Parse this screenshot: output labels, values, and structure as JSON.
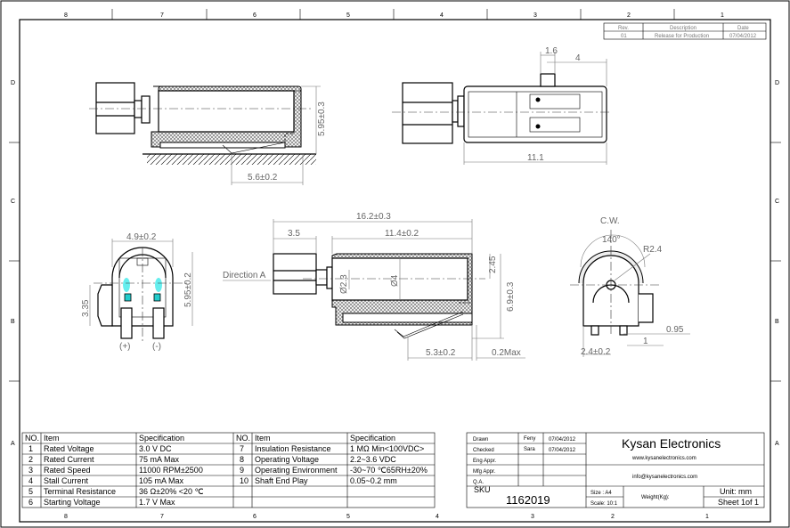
{
  "zones": {
    "cols": [
      "8",
      "7",
      "6",
      "5",
      "4",
      "3",
      "2",
      "1"
    ],
    "rows": [
      "D",
      "C",
      "B",
      "A"
    ]
  },
  "revision": {
    "headers": [
      "Rev.",
      "Description",
      "Date"
    ],
    "rows": [
      [
        "01",
        "Release for Production",
        "07/04/2012"
      ]
    ]
  },
  "views": {
    "side": {
      "height": "5.95±0.3",
      "terminal": "5.6±0.2"
    },
    "top": {
      "tab": "1.6",
      "tab_offset": "4",
      "length": "11.1"
    },
    "front": {
      "width": "4.9±0.2",
      "height": "5.95±0.2",
      "center": "3.35",
      "plus": "(+)",
      "minus": "(-)"
    },
    "section": {
      "total": "16.2±0.3",
      "weight": "3.5",
      "body": "11.4±0.2",
      "direction": "Direction A",
      "shaft": "Ø2.3",
      "diameter": "Ø4",
      "center": "2.45",
      "height": "6.9±0.3",
      "terminal": "5.3±0.2",
      "play": "0.2Max"
    },
    "end": {
      "rotation": "C.W.",
      "angle": "140°",
      "radius": "R2.4",
      "d1": "0.95",
      "d2": "1",
      "d3": "2.4±0.2"
    }
  },
  "spec_table": {
    "headers": [
      "NO.",
      "Item",
      "Specification",
      "NO.",
      "Item",
      "Specification"
    ],
    "rows": [
      [
        "1",
        "Rated Voltage",
        "3.0 V   DC",
        "7",
        "Insulation Resistance",
        "1 MΩ  Min<100VDC>"
      ],
      [
        "2",
        "Rated Current",
        "75 mA   Max",
        "8",
        "Operating Voltage",
        "2.2~3.6 VDC"
      ],
      [
        "3",
        "Rated Speed",
        "11000 RPM±2500",
        "9",
        "Operating Environment",
        "-30~70 ℃65RH±20%"
      ],
      [
        "4",
        "Stall Current",
        "105 mA   Max",
        "10",
        "Shaft End Play",
        "0.05~0.2 mm"
      ],
      [
        "5",
        "Terminal Resistance",
        "36 Ω±20% <20 ℃",
        "",
        "",
        " "
      ],
      [
        "6",
        "Starting Voltage",
        "1.7 V   Max",
        "",
        "",
        ""
      ]
    ]
  },
  "title_block": {
    "roles": [
      [
        "Drawn",
        "Feny",
        "07/04/2012"
      ],
      [
        "Checked",
        "Sara",
        "07/04/2012"
      ],
      [
        "Eng Appr.",
        "",
        ""
      ],
      [
        "Mfg Appr.",
        "",
        ""
      ],
      [
        "Q.A.",
        "",
        ""
      ]
    ],
    "company": "Kysan Electronics",
    "website": "www.kysanelectronics.com",
    "email": "info@kysanelectronics.com",
    "sku_label": "SKU",
    "sku": "1162019",
    "size": "Size : A4",
    "scale": "Scale: 10:1",
    "weight": "Weight(Kg):",
    "unit": "Unit: mm",
    "sheet": "Sheet 1of 1"
  }
}
